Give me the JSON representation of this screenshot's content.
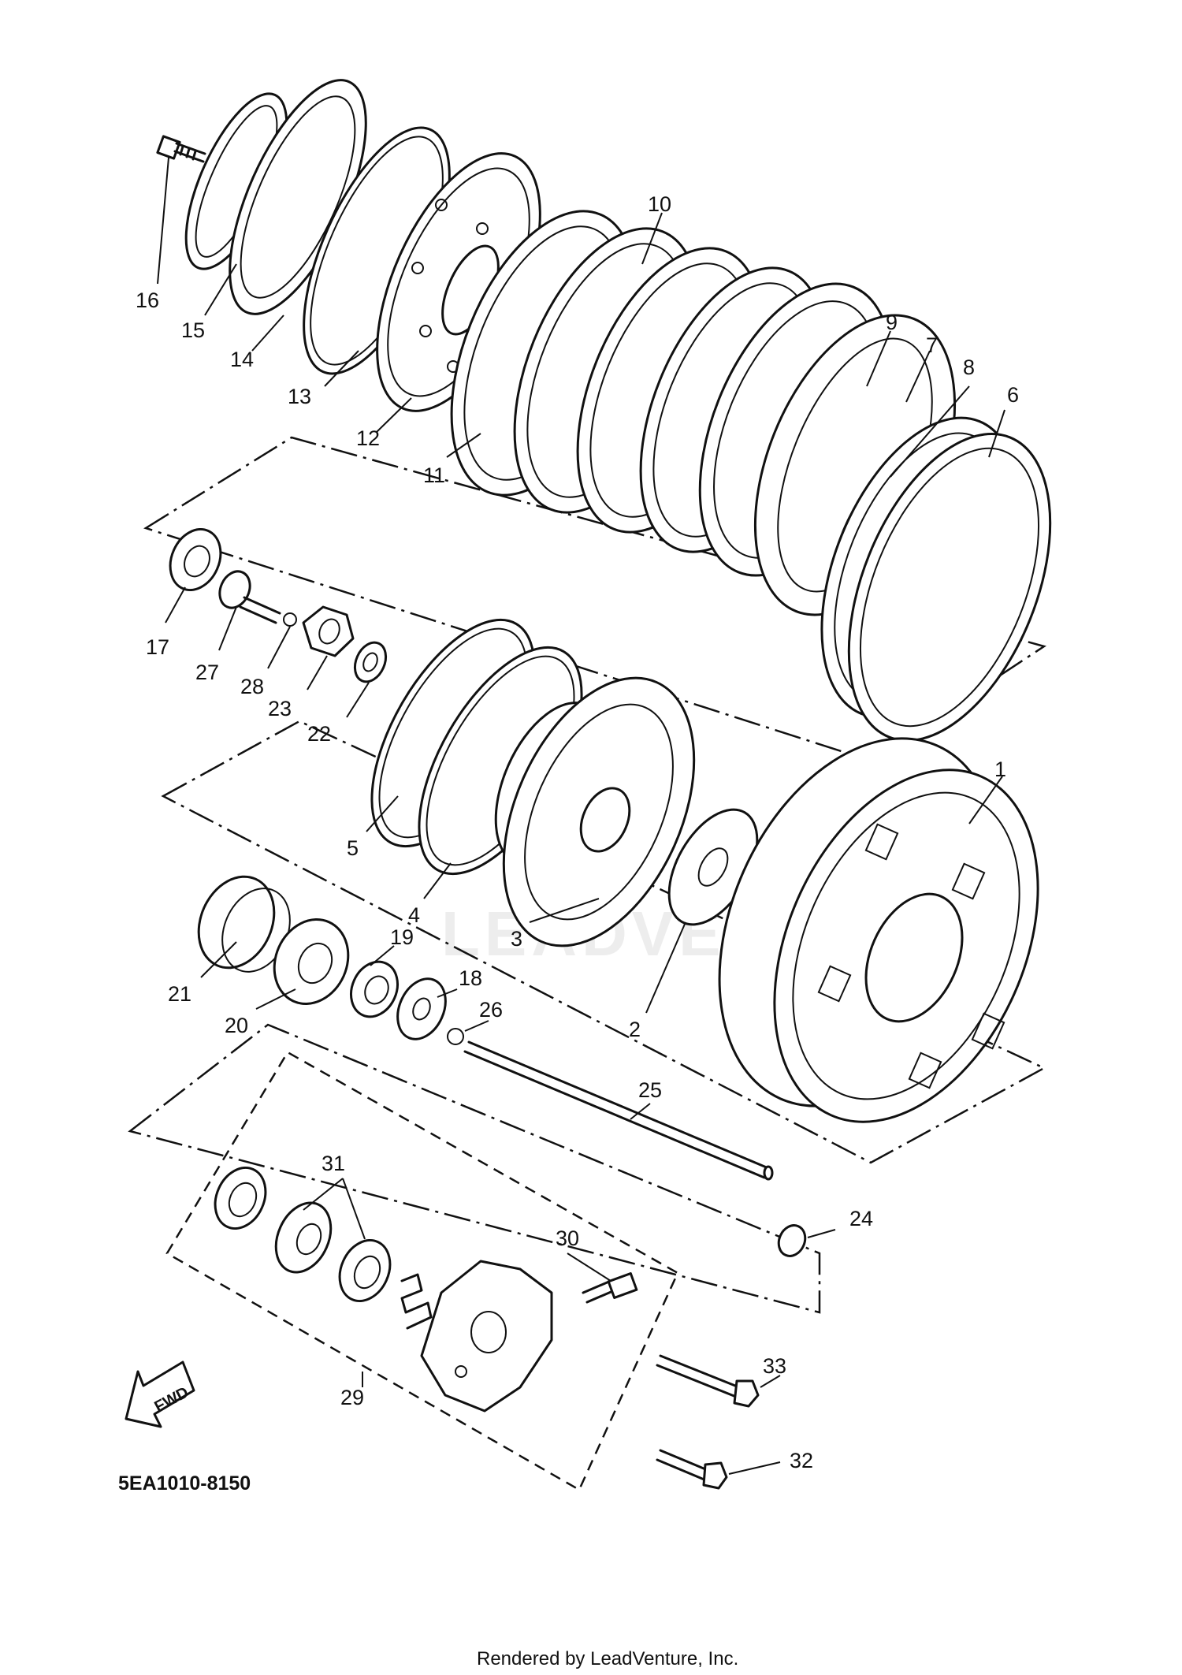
{
  "diagram": {
    "watermark": "LEADVENTURE",
    "code": "5EA1010-8150",
    "fwd_label": "FWD",
    "footer": "Rendered by LeadVenture, Inc.",
    "callouts": {
      "c1": "1",
      "c2": "2",
      "c3": "3",
      "c4": "4",
      "c5": "5",
      "c6": "6",
      "c7": "7",
      "c8": "8",
      "c9": "9",
      "c10": "10",
      "c11": "11",
      "c12": "12",
      "c13": "13",
      "c14": "14",
      "c15": "15",
      "c16": "16",
      "c17": "17",
      "c18": "18",
      "c19": "19",
      "c20": "20",
      "c21": "21",
      "c22": "22",
      "c23": "23",
      "c24": "24",
      "c25": "25",
      "c26": "26",
      "c27": "27",
      "c28": "28",
      "c29": "29",
      "c30": "30",
      "c31": "31",
      "c32": "32",
      "c33": "33"
    }
  }
}
